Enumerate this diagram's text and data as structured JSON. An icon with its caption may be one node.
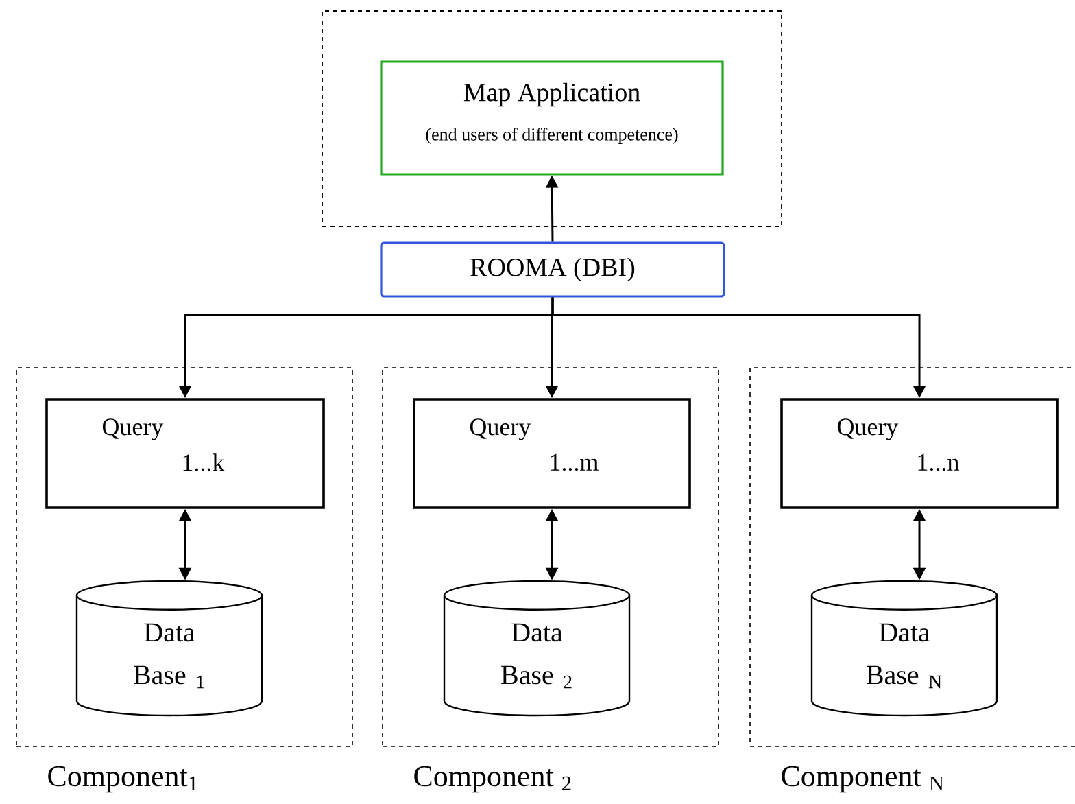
{
  "diagram": {
    "nodes": [
      {
        "text": [],
        "shape": "box"
      },
      {
        "text": [
          "Map Application",
          "(end users of different competence)"
        ],
        "in": 0
      },
      {
        "text": [
          "ROOMA (DBI)"
        ]
      },
      {
        "text": [
          "Component$_{1}$"
        ]
      },
      {
        "text": [
          "Query",
          "1...k"
        ],
        "in": 3
      },
      {
        "text": [
          "Data Base $_{1}$"
        ],
        "in": 3
      },
      {
        "text": [
          "Component $_{2}$"
        ]
      },
      {
        "text": [
          "Query",
          "1...m"
        ],
        "in": 6
      },
      {
        "text": [
          "Data Base $_{2}$"
        ],
        "in": 6
      },
      {
        "text": [
          "Component $_{N}$"
        ]
      },
      {
        "text": [
          "Query",
          "1...n"
        ],
        "in": 9
      },
      {
        "text": [
          "Data Base $_{N}$"
        ],
        "in": 9
      }
    ],
    "edges": [
      {
        "from": 2,
        "to": 1,
        "arrow": "to"
      },
      {
        "from": 2,
        "to": 4,
        "arrow": "to"
      },
      {
        "from": 2,
        "to": 7,
        "arrow": "to"
      },
      {
        "from": 2,
        "to": 10,
        "arrow": "to"
      },
      {
        "from": 4,
        "to": 5,
        "arrow": "both"
      },
      {
        "from": 7,
        "to": 8,
        "arrow": "both"
      },
      {
        "from": 10,
        "to": 11,
        "arrow": "both"
      }
    ]
  }
}
